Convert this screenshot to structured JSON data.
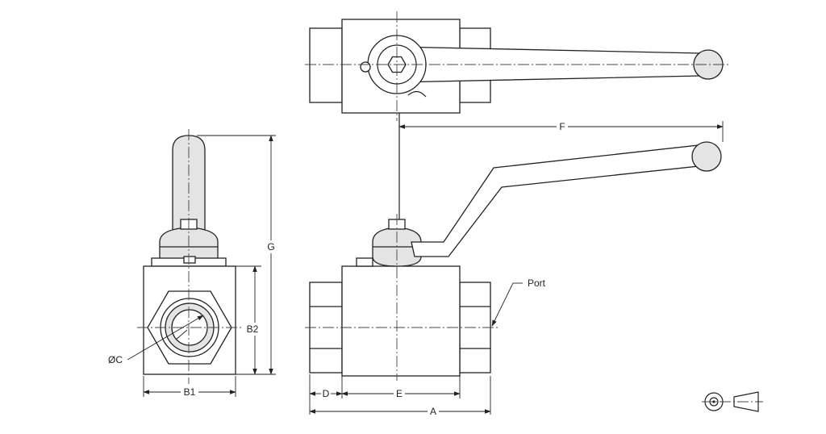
{
  "labels": {
    "f": "F",
    "g": "G",
    "b2": "B2",
    "b1": "B1",
    "oc": "ØC",
    "d": "D",
    "e": "E",
    "a": "A",
    "port": "Port"
  },
  "symbols": {
    "projection": "third-angle-projection-icon"
  }
}
